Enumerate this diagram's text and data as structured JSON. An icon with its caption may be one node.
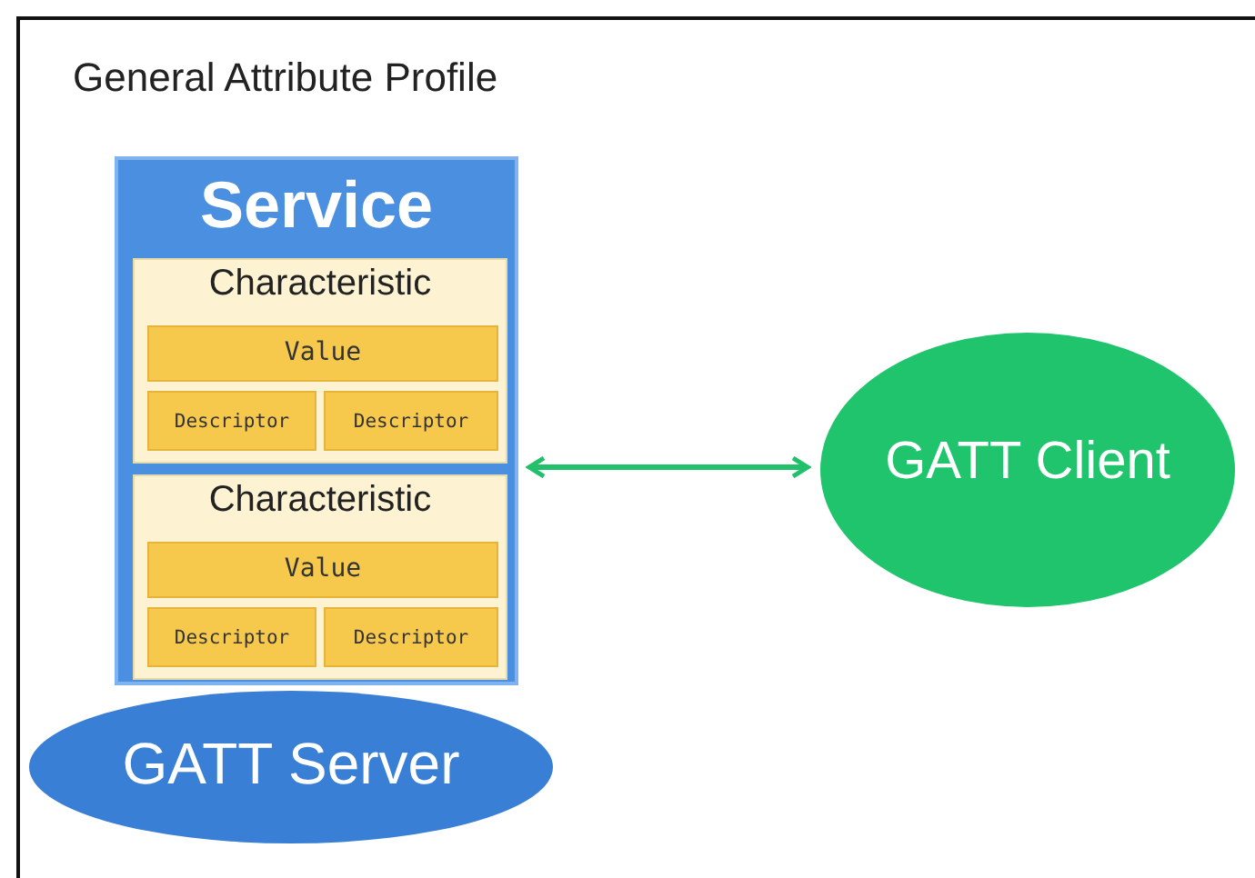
{
  "diagram": {
    "title": "General Attribute Profile",
    "nodes": [
      {
        "text": [
          "GATT Server"
        ]
      },
      {
        "text": [
          "Service"
        ]
      },
      {
        "text": [
          "Characteristic"
        ],
        "in": 1
      },
      {
        "text": [
          "Value"
        ],
        "in": 2
      },
      {
        "text": [
          "Descriptor"
        ],
        "in": 2
      },
      {
        "text": [
          "Descriptor"
        ],
        "in": 2
      },
      {
        "text": [
          "Characteristic"
        ],
        "in": 1
      },
      {
        "text": [
          "Value"
        ],
        "in": 6
      },
      {
        "text": [
          "Descriptor"
        ],
        "in": 6
      },
      {
        "text": [
          "Descriptor"
        ],
        "in": 6
      },
      {
        "text": [
          "GATT Client"
        ]
      }
    ],
    "edges": [
      {
        "from": 1,
        "to": 10,
        "arrow": "both"
      }
    ]
  }
}
